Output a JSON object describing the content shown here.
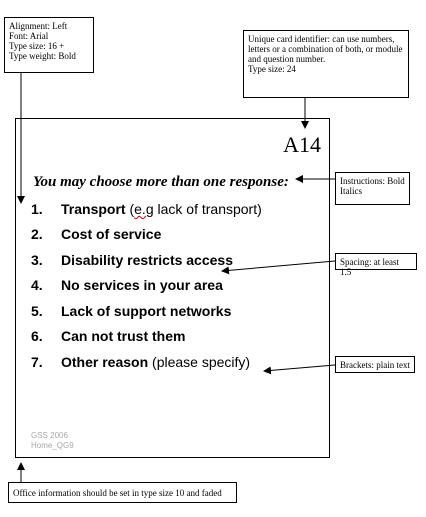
{
  "notes": {
    "alignment": [
      "Alignment: Left",
      "Font: Arial",
      "Type size: 16 +",
      "Type weight: Bold"
    ],
    "identifier": {
      "text": "Unique card identifier: can use numbers, letters or a combination of both, or module and question number.",
      "size": "Type size: 24"
    },
    "instructions": "Instructions: Bold Italics",
    "spacing": "Spacing: at least 1.5",
    "brackets": "Brackets: plain text",
    "office": "Office information should be set in type size 10 and faded"
  },
  "card": {
    "id": "A14",
    "instruction": "You may choose more than one response:",
    "responses": [
      {
        "num": "1.",
        "label": "Transport",
        "extra_pre": "(",
        "extra_flag": "e.g",
        "extra_post": " lack of transport)"
      },
      {
        "num": "2.",
        "label": "Cost of service"
      },
      {
        "num": "3.",
        "label": "Disability restricts access"
      },
      {
        "num": "4.",
        "label": "No services in your area"
      },
      {
        "num": "5.",
        "label": "Lack of support networks"
      },
      {
        "num": "6.",
        "label": "Can not trust them"
      },
      {
        "num": "7.",
        "label": "Other reason",
        "extra": "(please specify)"
      }
    ],
    "office": [
      "GSS 2006",
      "Home_QG9"
    ]
  },
  "colors": {
    "office_text": "#a8a8a8",
    "spell_underline": "#d00000"
  }
}
